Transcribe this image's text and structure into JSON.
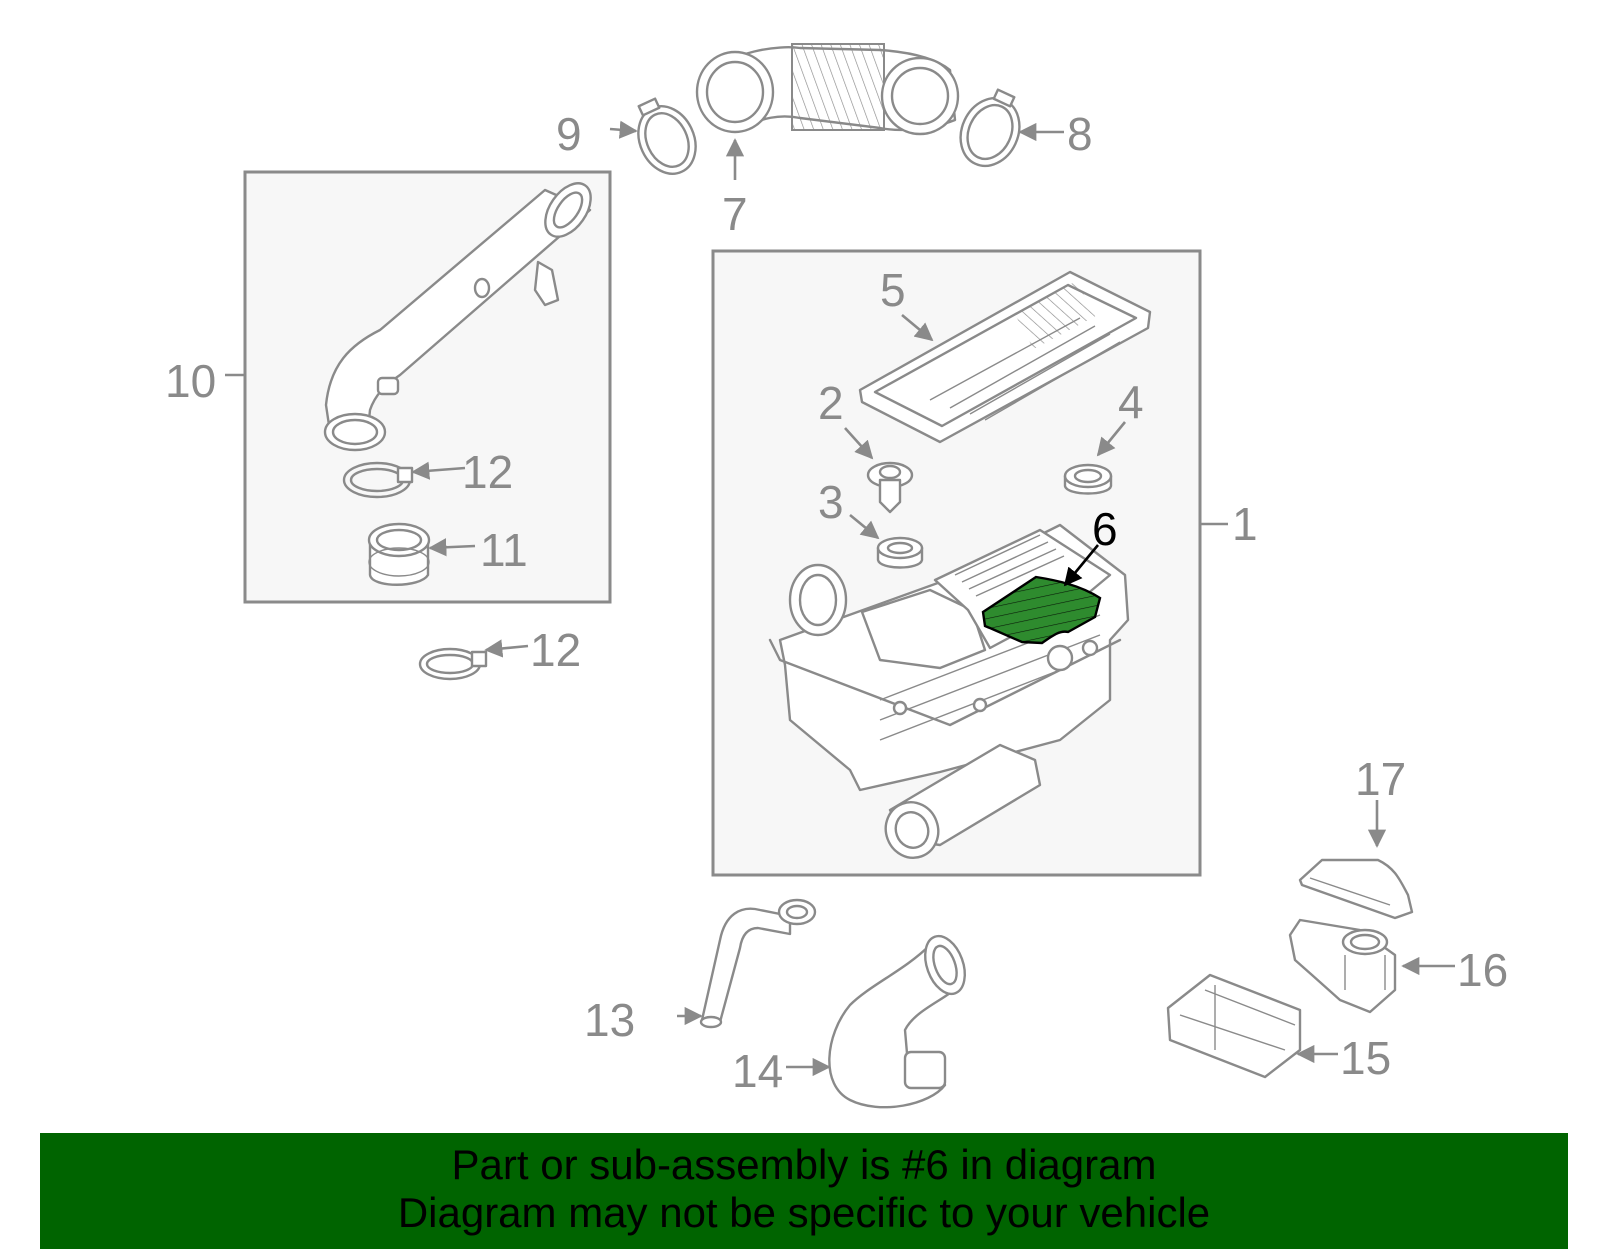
{
  "diagram": {
    "callouts": {
      "c1": "1",
      "c2": "2",
      "c3": "3",
      "c4": "4",
      "c5": "5",
      "c6": "6",
      "c7": "7",
      "c8": "8",
      "c9": "9",
      "c10": "10",
      "c11": "11",
      "c12a": "12",
      "c12b": "12",
      "c13": "13",
      "c14": "14",
      "c15": "15",
      "c16": "16",
      "c17": "17"
    },
    "highlighted_part": "6",
    "colors": {
      "line": "#8a8a8a",
      "highlight": "#006400",
      "box_fill": "#f7f7f7"
    }
  },
  "footer": {
    "line1": "Part or sub-assembly is #6 in diagram",
    "line2": "Diagram may not be specific to your vehicle"
  }
}
